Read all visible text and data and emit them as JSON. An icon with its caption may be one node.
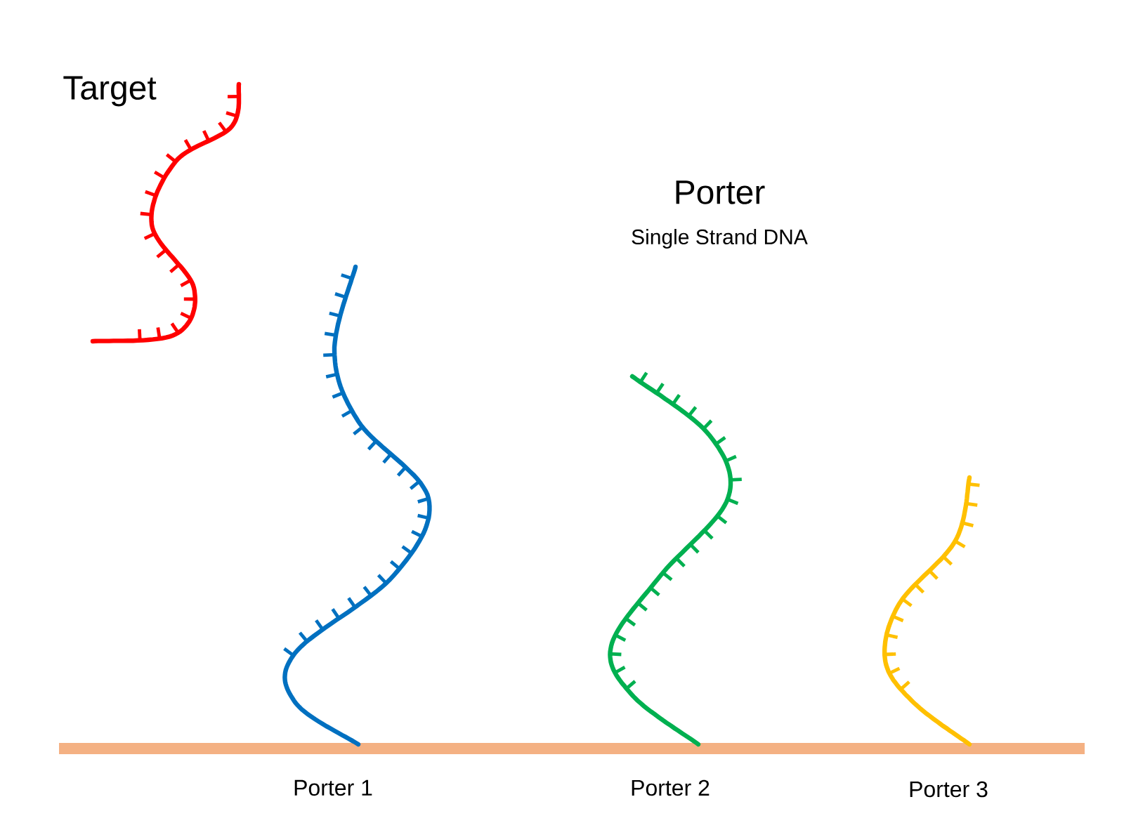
{
  "diagram": {
    "labels": [
      "Target",
      "Porter",
      "Single Strand DNA",
      "Porter 1",
      "Porter 2",
      "Porter 3"
    ]
  }
}
